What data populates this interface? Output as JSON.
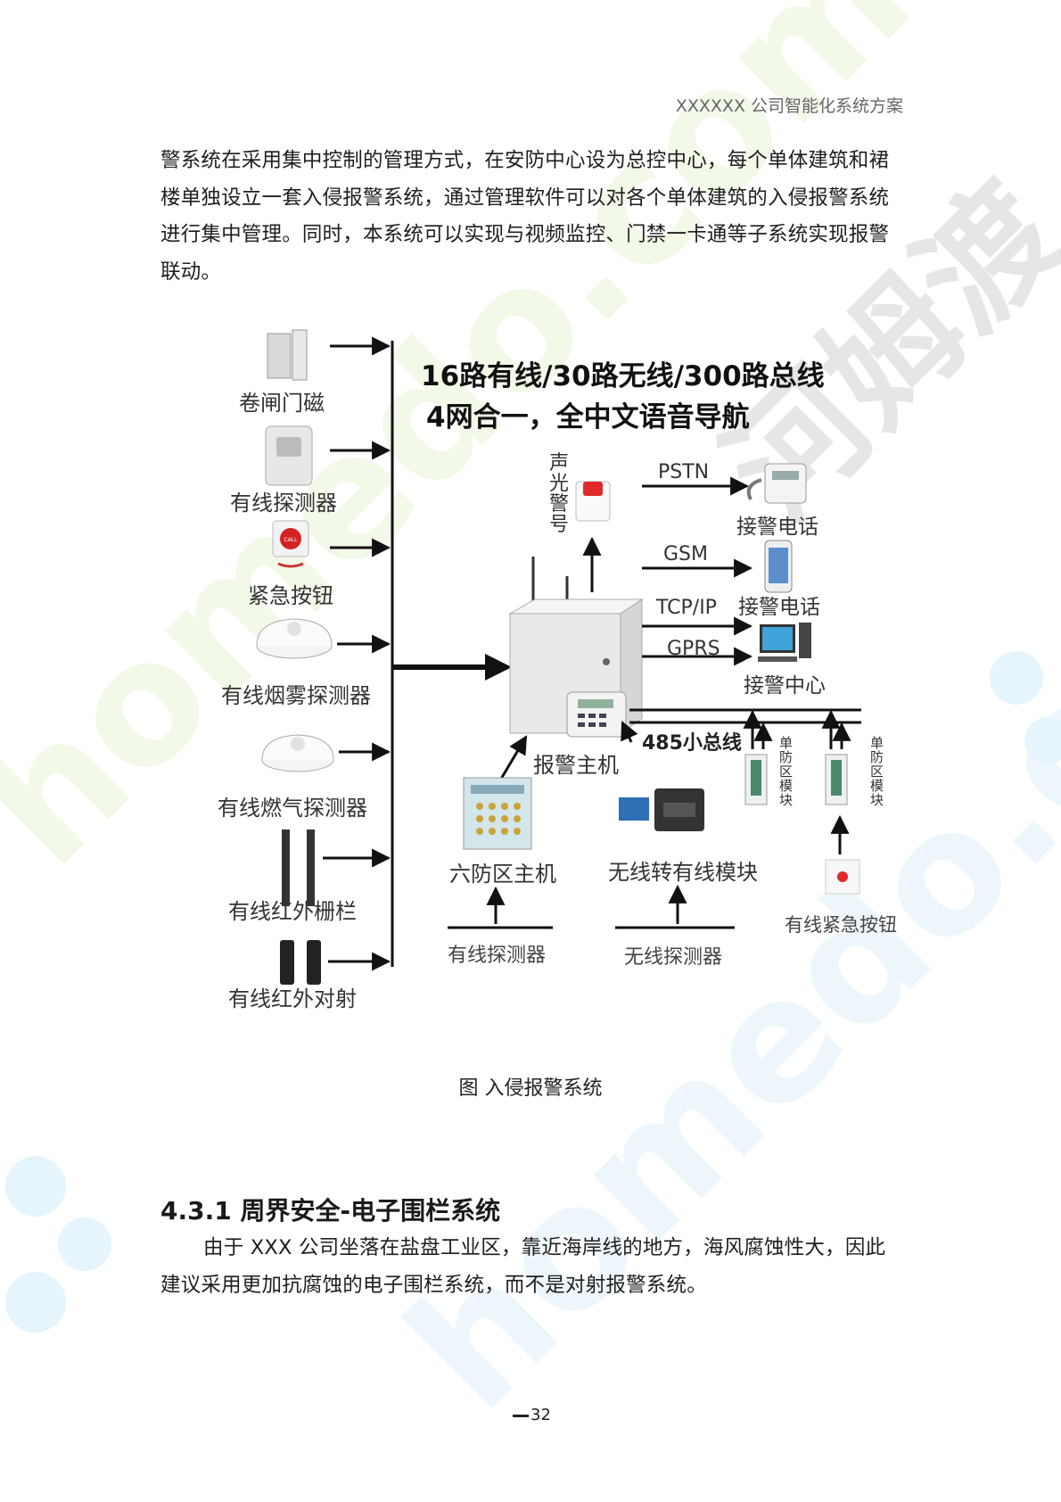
{
  "header": {
    "title": "XXXXXX 公司智能化系统方案"
  },
  "paragraph1": "警系统在采用集中控制的管理方式，在安防中心设为总控中心，每个单体建筑和裙楼单独设立一套入侵报警系统，通过管理软件可以对各个单体建筑的入侵报警系统进行集中管理。同时，本系统可以实现与视频监控、门禁一卡通等子系统实现报警联动。",
  "diagram": {
    "headline1": "16路有线/30路无线/300路总线",
    "headline2": "4网合一，全中文语音导航",
    "left_devices": [
      "卷闸门磁",
      "有线探测器",
      "紧急按钮",
      "有线烟雾探测器",
      "有线燃气探测器",
      "有线红外栅栏",
      "有线红外对射"
    ],
    "siren": "声光警号",
    "links": {
      "pstn": "PSTN",
      "gsm": "GSM",
      "tcpip": "TCP/IP",
      "gprs": "GPRS"
    },
    "phone1": "接警电话",
    "phone2": "接警电话",
    "center": "接警中心",
    "host": "报警主机",
    "bus": "485小总线",
    "module1": "单防区模块",
    "module2": "单防区模块",
    "six_zone": "六防区主机",
    "wireless_module": "无线转有线模块",
    "emergency_wired": "有线紧急按钮",
    "wired_detector": "有线探测器",
    "wireless_detector": "无线探测器",
    "call_label": "CALL"
  },
  "caption": "图  入侵报警系统",
  "section": {
    "heading": "4.3.1 周界安全-电子围栏系统"
  },
  "paragraph2": "由于 XXX 公司坐落在盐盘工业区，靠近海岸线的地方，海风腐蚀性大，因此建议采用更加抗腐蚀的电子围栏系统，而不是对射报警系统。",
  "footer": {
    "page": "32"
  },
  "watermark": {
    "text_left": "homedo.com",
    "text_right": "homedo.com",
    "text_cn": "河姆渡"
  }
}
